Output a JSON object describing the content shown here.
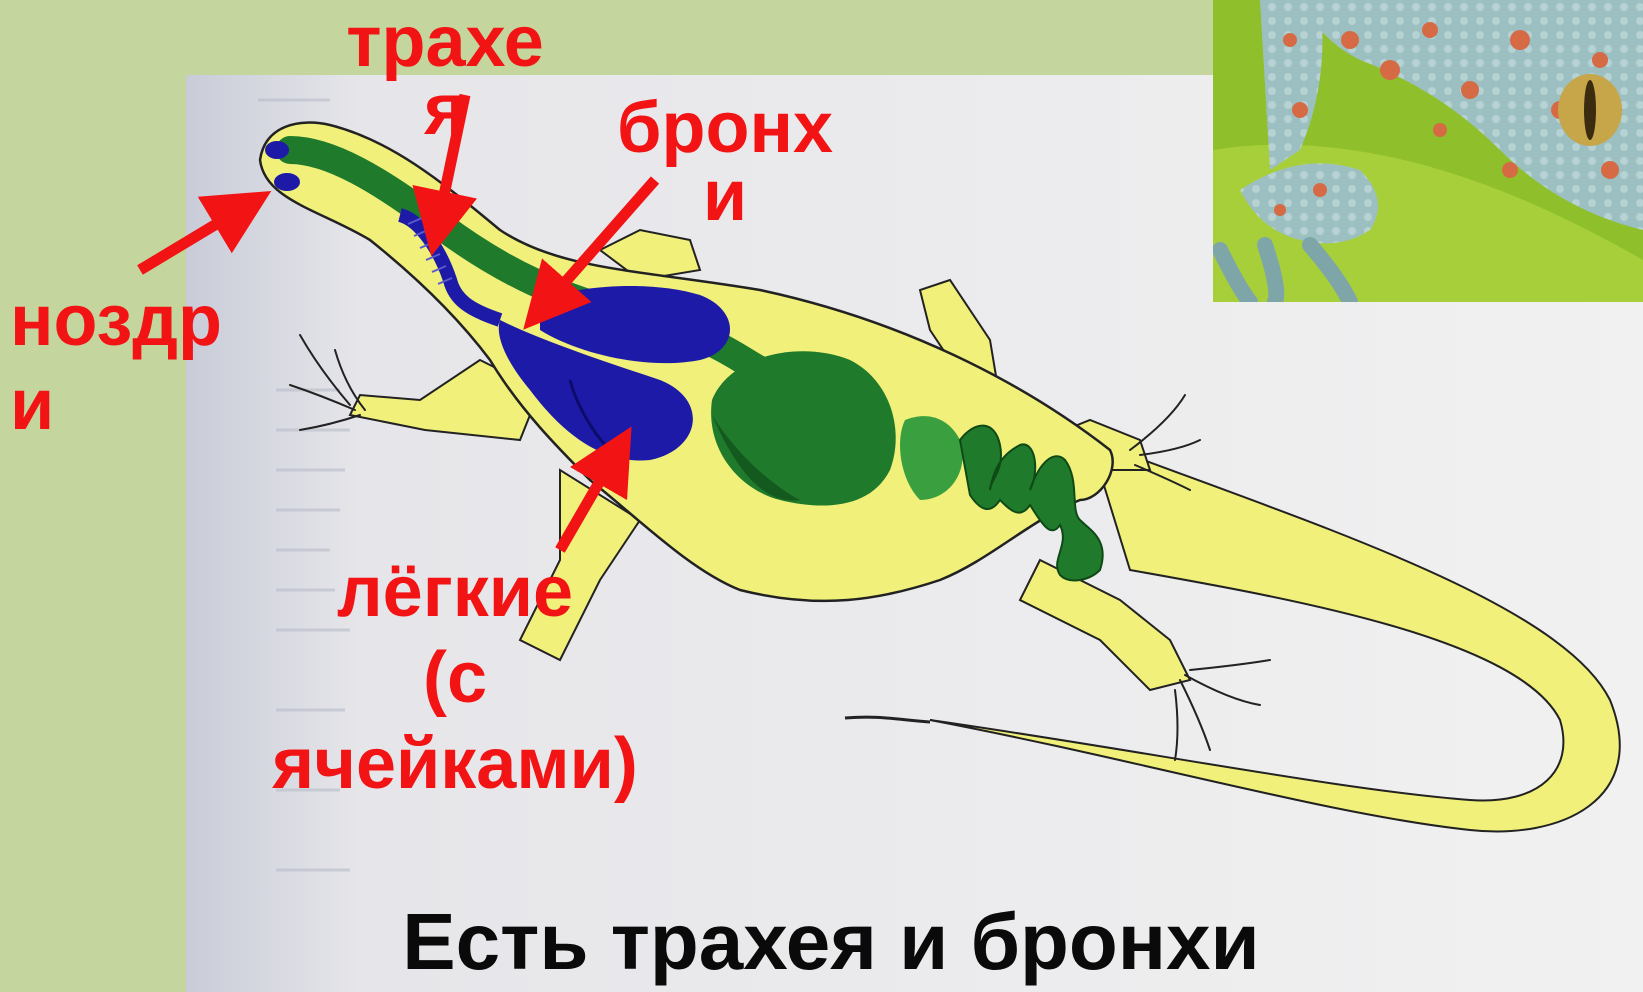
{
  "labels": {
    "trachea": [
      "трахе",
      "я"
    ],
    "bronchi": [
      "бронх",
      "и"
    ],
    "nostrils": [
      "ноздр",
      "и"
    ],
    "lungs": [
      "лёгкие",
      "(с",
      "ячейками)"
    ]
  },
  "caption": "Есть трахея и бронхи",
  "colors": {
    "slide_background": "#c4d69e",
    "paper": "#ececec",
    "lizard_body": "#f0f07a",
    "organ_green": "#1f7a2c",
    "organ_blue": "#1d1aa8",
    "label_red": "#f21414",
    "caption_text": "#0a0a0a"
  },
  "inset_photo": {
    "icon": "gecko-photo-icon",
    "colors": {
      "leaf": "#8fbf2a",
      "skin": "#8fb6b9",
      "spots": "#d56a45"
    }
  }
}
